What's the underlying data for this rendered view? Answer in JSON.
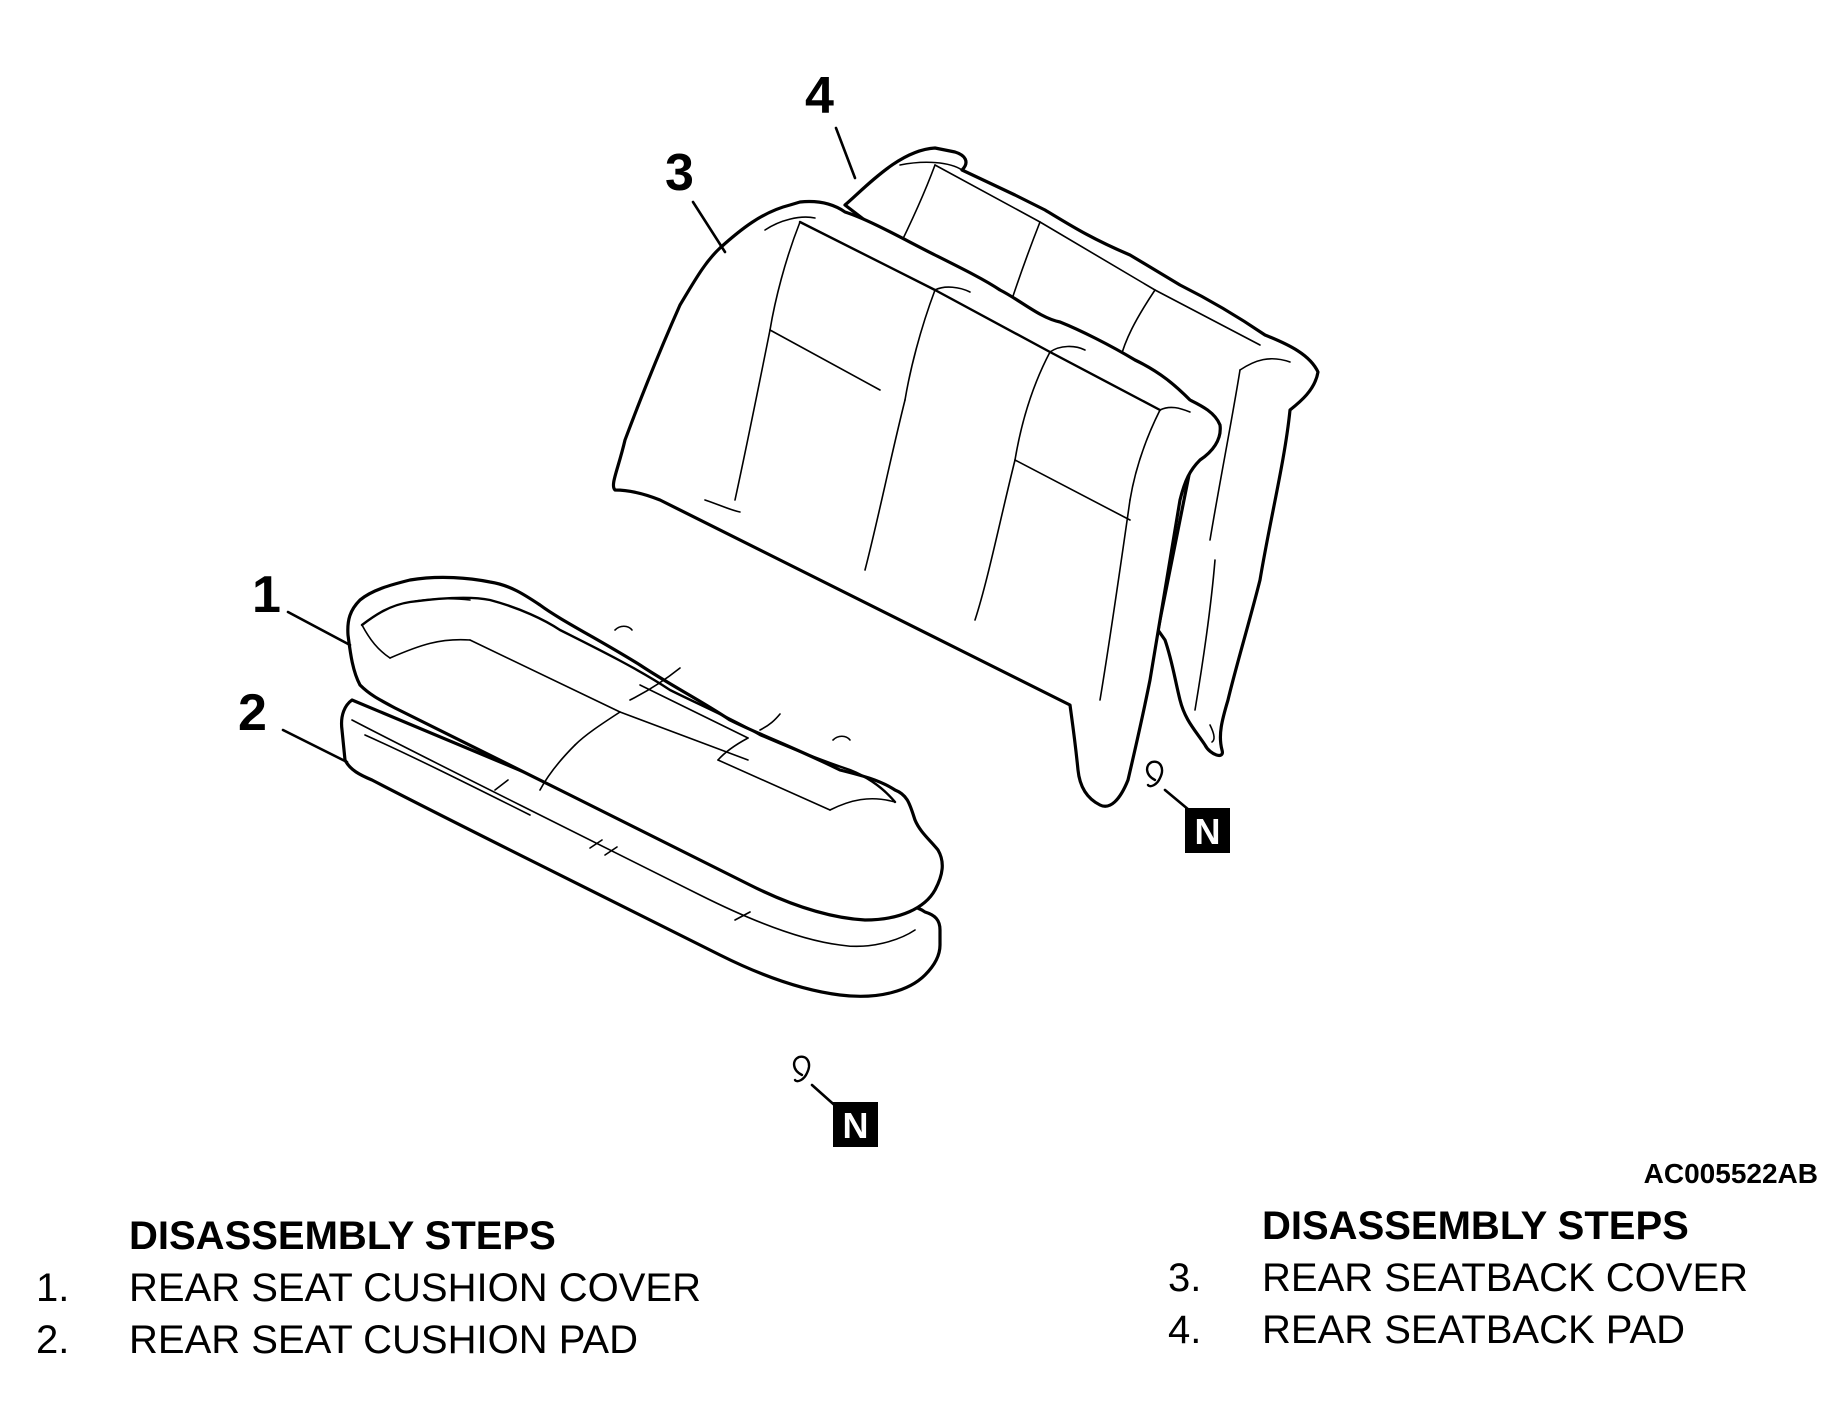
{
  "callouts": {
    "c1": "1",
    "c2": "2",
    "c3": "3",
    "c4": "4"
  },
  "badges": {
    "n1": "N",
    "n2": "N"
  },
  "figure_code": "AC005522AB",
  "steps_left": {
    "header": "DISASSEMBLY STEPS",
    "items": [
      {
        "num": "1.",
        "label": "REAR SEAT CUSHION COVER"
      },
      {
        "num": "2.",
        "label": "REAR SEAT CUSHION PAD"
      }
    ]
  },
  "steps_right": {
    "header": "DISASSEMBLY STEPS",
    "items": [
      {
        "num": "3.",
        "label": "REAR SEATBACK COVER"
      },
      {
        "num": "4.",
        "label": "REAR SEATBACK PAD"
      }
    ]
  }
}
